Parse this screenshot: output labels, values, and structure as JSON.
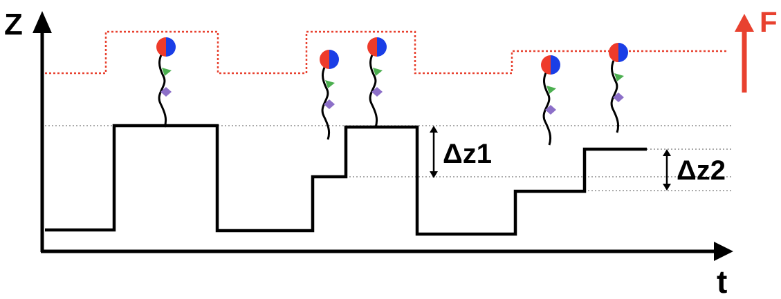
{
  "axes": {
    "z_label": "Z",
    "t_label": "t",
    "force_label": "F"
  },
  "annotations": {
    "dz1_label": "Δz1",
    "dz2_label": "Δz2"
  },
  "colors": {
    "axis": "#000000",
    "trace": "#000000",
    "force": "#e8412f",
    "bead_red": "#ee3b2b",
    "bead_blue": "#1a3ee6",
    "protein_green": "#4caf50",
    "protein_purple": "#8c6fc8",
    "guide_line": "#555555"
  },
  "icons": {
    "molecule": "tethered-bead-molecule-icon",
    "force_arrow": "up-arrow-icon"
  }
}
